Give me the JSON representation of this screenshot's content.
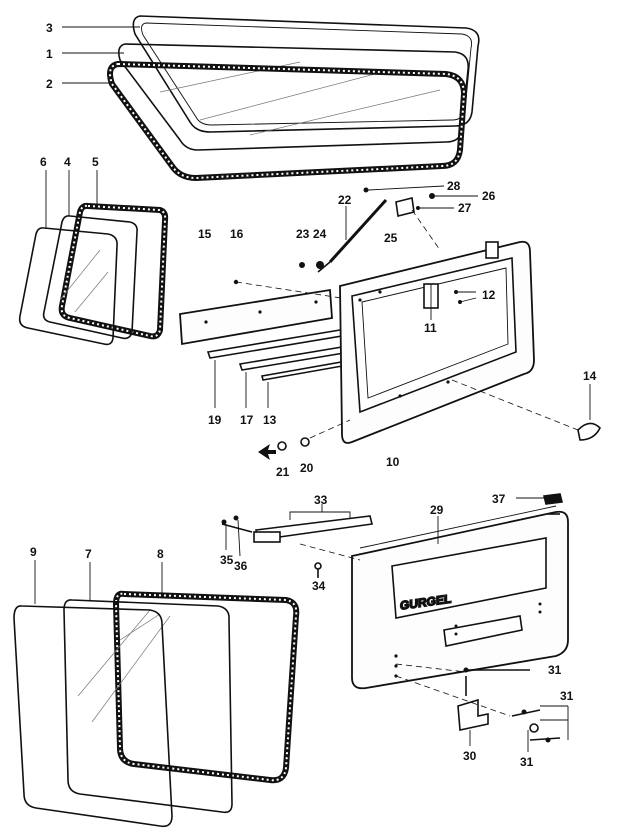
{
  "labels": {
    "n1": "1",
    "n2": "2",
    "n3": "3",
    "n4": "4",
    "n5": "5",
    "n6": "6",
    "n7": "7",
    "n8": "8",
    "n9": "9",
    "n10": "10",
    "n11": "11",
    "n12": "12",
    "n13": "13",
    "n14": "14",
    "n15": "15",
    "n16": "16",
    "n17": "17",
    "n19": "19",
    "n20": "20",
    "n21": "21",
    "n22": "22",
    "n23": "23",
    "n24": "24",
    "n25": "25",
    "n26": "26",
    "n27": "27",
    "n28": "28",
    "n29": "29",
    "n30": "30",
    "n31a": "31",
    "n31b": "31",
    "n31c": "31",
    "n33": "33",
    "n34": "34",
    "n35": "35",
    "n36": "36",
    "n37": "37"
  },
  "tailgate_logo": "GURGEL"
}
